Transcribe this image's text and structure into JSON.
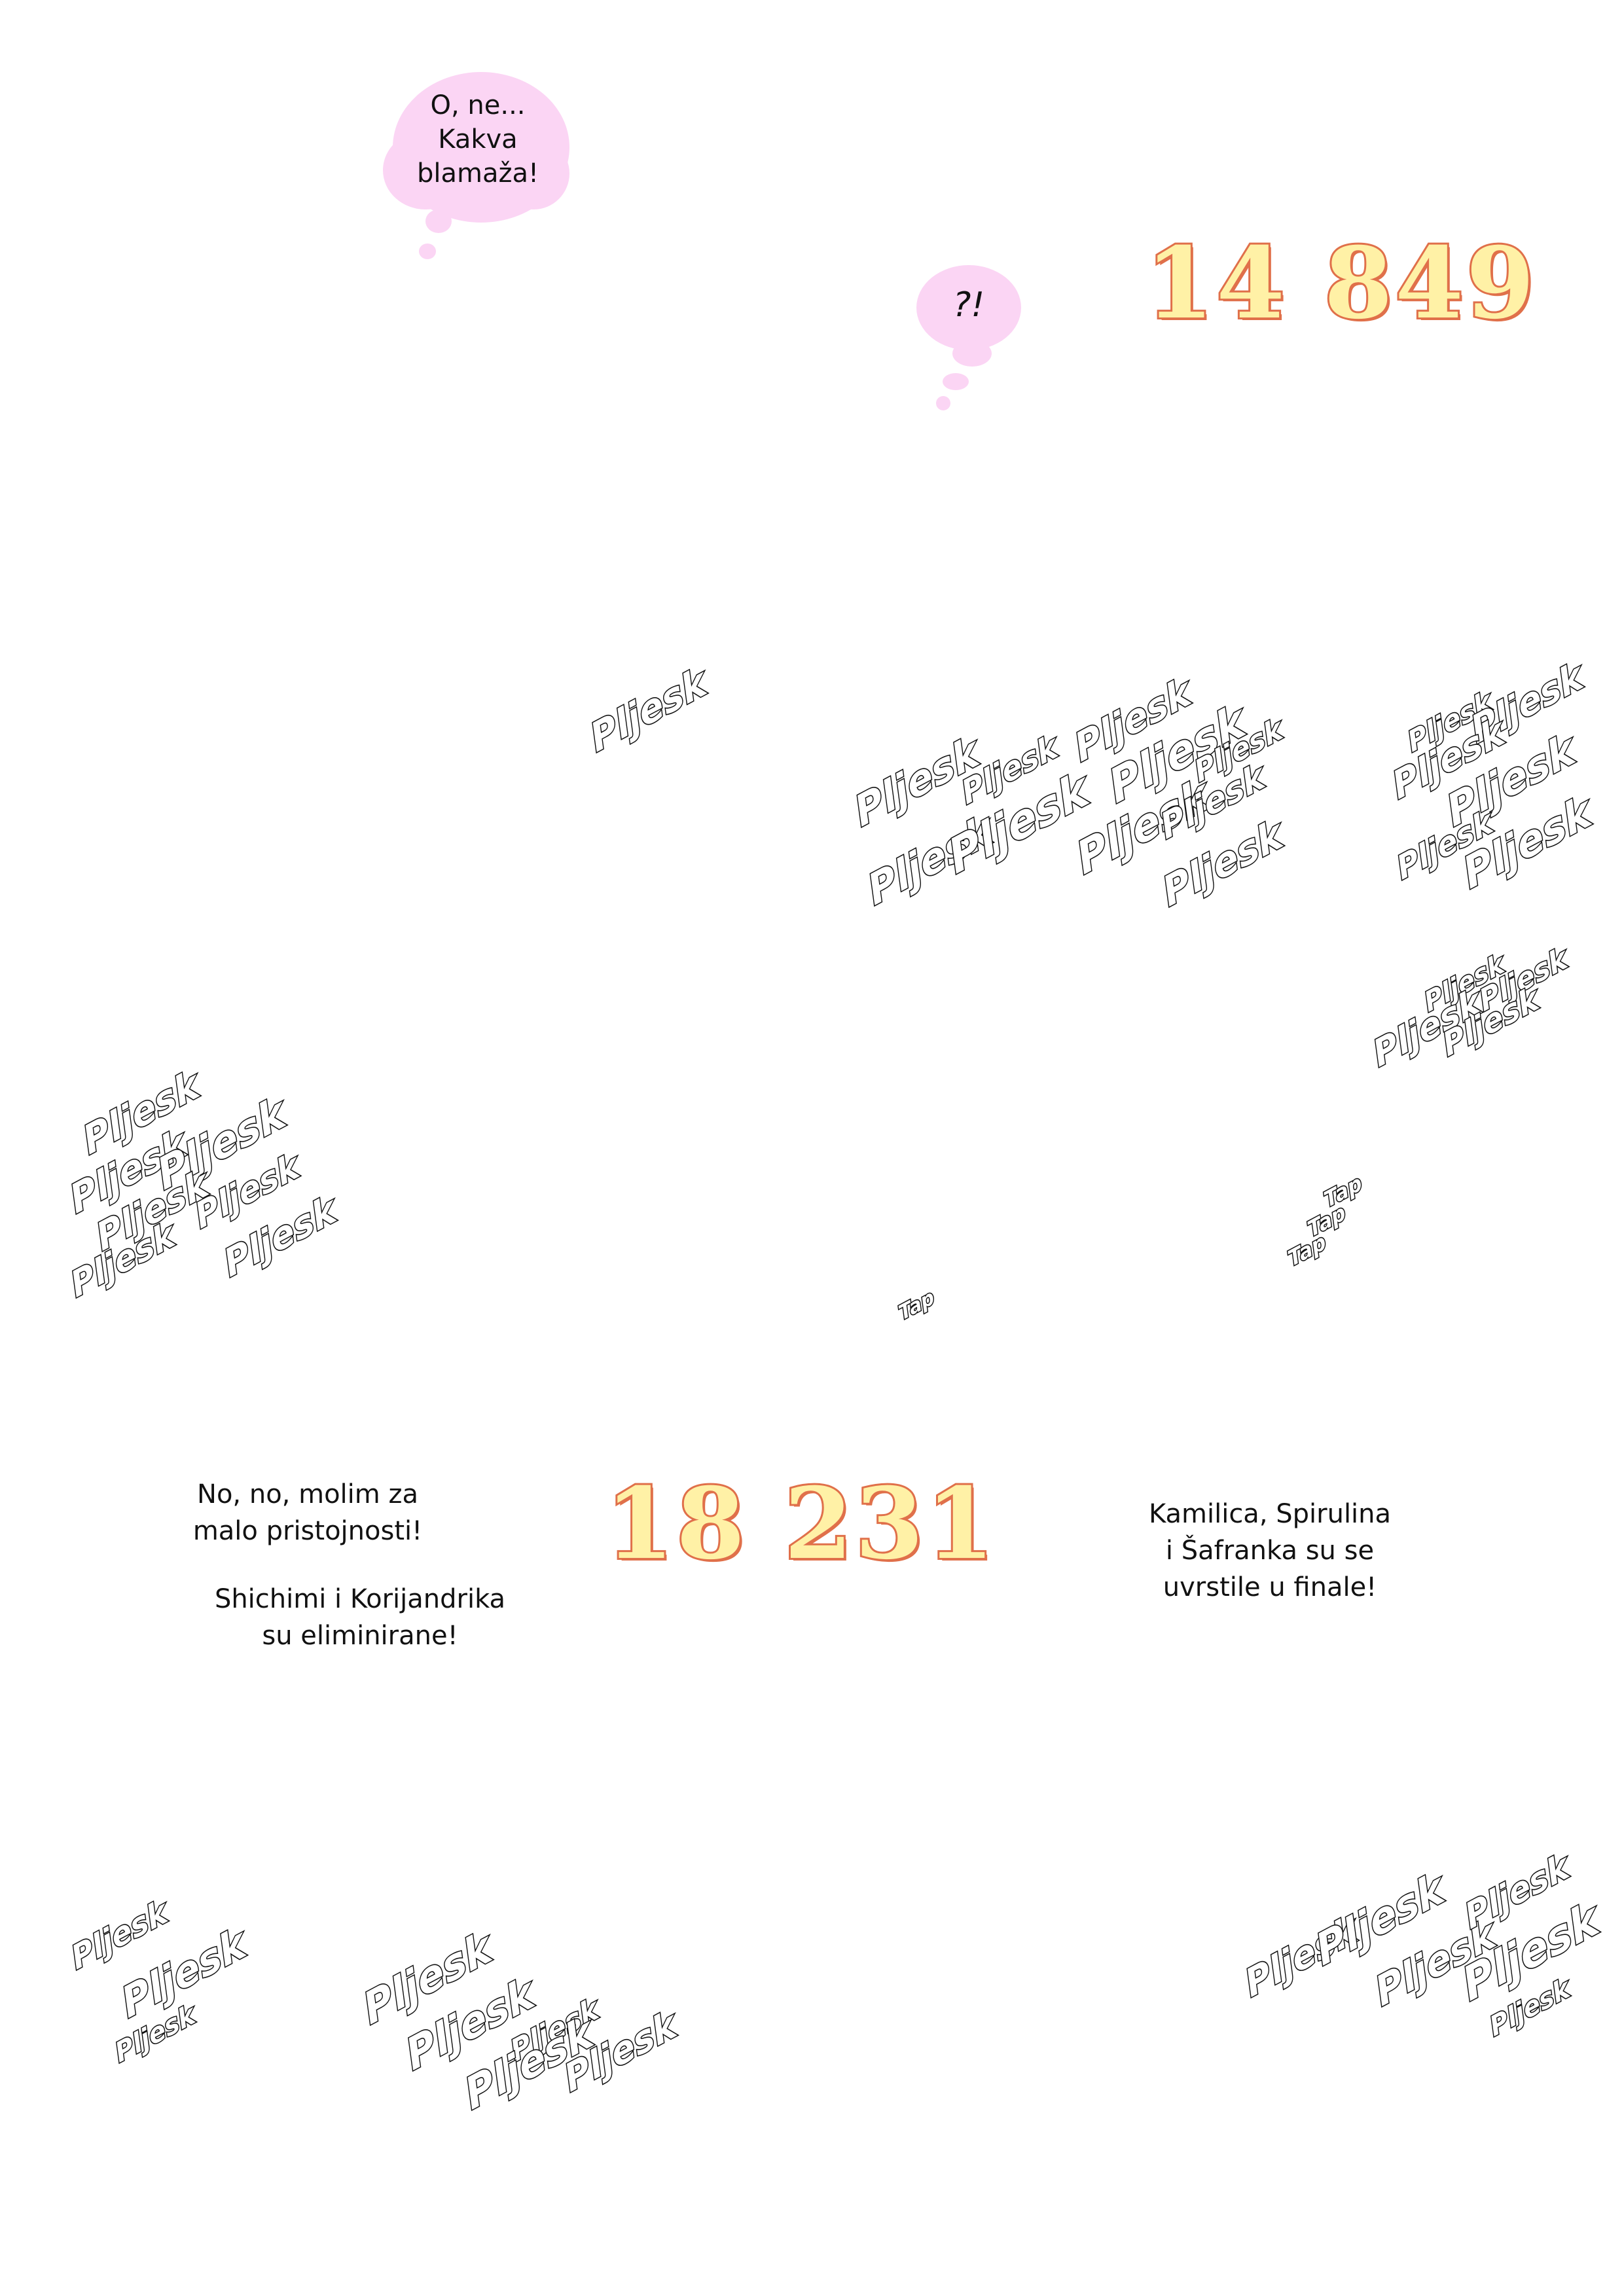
{
  "thought_bubble_1": {
    "lines": [
      "O, ne...",
      "Kakva",
      "blamaža!"
    ]
  },
  "thought_bubble_2": {
    "text": "?!"
  },
  "counter_top": "14 849",
  "counter_bottom": "18 231",
  "caption_left_1": [
    "No, no, molim za",
    "malo pristojnosti!"
  ],
  "caption_left_2": [
    "Shichimi i Korijandrika",
    "su eliminirane!"
  ],
  "caption_right": [
    "Kamilica, Spirulina",
    "i Šafranka su se",
    "uvrstile u finale!"
  ],
  "sfx": {
    "clap": "Pljesk",
    "tap": "Tap"
  },
  "colors": {
    "bubble": "#fbd5f4",
    "number_fill": "#fff1a6",
    "number_outline": "#e0704a"
  }
}
